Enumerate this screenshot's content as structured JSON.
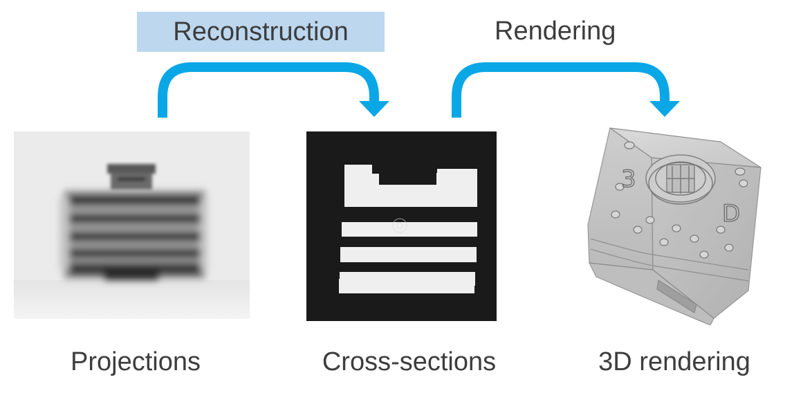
{
  "steps": [
    {
      "label": "Reconstruction",
      "highlighted": true
    },
    {
      "label": "Rendering",
      "highlighted": false
    }
  ],
  "panels": [
    {
      "name": "projections",
      "caption": "Projections"
    },
    {
      "name": "cross-sections",
      "caption": "Cross-sections"
    },
    {
      "name": "3d-rendering",
      "caption": "3D rendering"
    }
  ],
  "rendering_marks": {
    "left_face": "3",
    "right_face": "D"
  },
  "colors": {
    "arrow": "#0aa7e6",
    "highlight": "#bcd7ee",
    "text": "#3d3d3d",
    "cross_section_bg": "#1a1a1a",
    "cross_section_fg": "#efefef",
    "projection_bg": "#ebebeb"
  }
}
